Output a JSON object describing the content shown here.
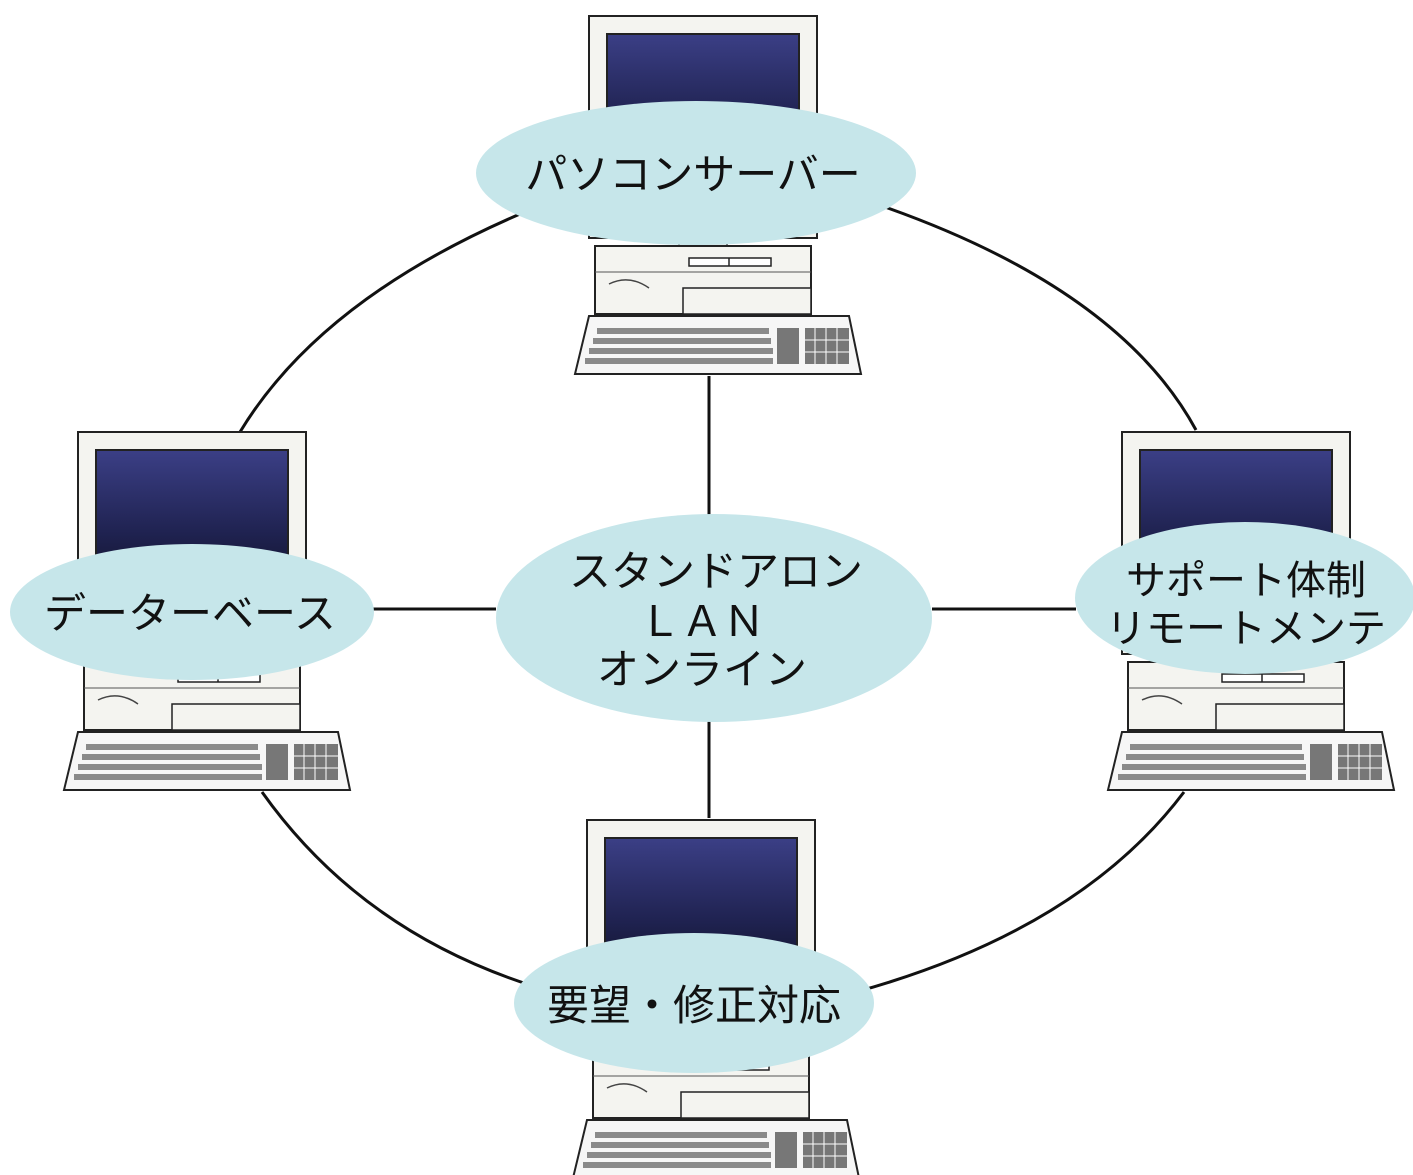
{
  "nodes": {
    "top": {
      "label": "パソコンサーバー"
    },
    "left": {
      "label": "データーベース"
    },
    "right": {
      "lines": [
        "サポート体制",
        "リモートメンテ"
      ]
    },
    "bottom": {
      "label": "要望・修正対応"
    },
    "center": {
      "lines": [
        "スタンドアロン",
        "ＬＡＮ",
        "オンライン"
      ]
    }
  },
  "colors": {
    "ellipse_fill": "#c6e6ea",
    "line": "#111111",
    "screen": "#1c1f48",
    "computer_body": "#f4f4f0"
  },
  "icons": {
    "computer": "desktop-computer-icon"
  }
}
